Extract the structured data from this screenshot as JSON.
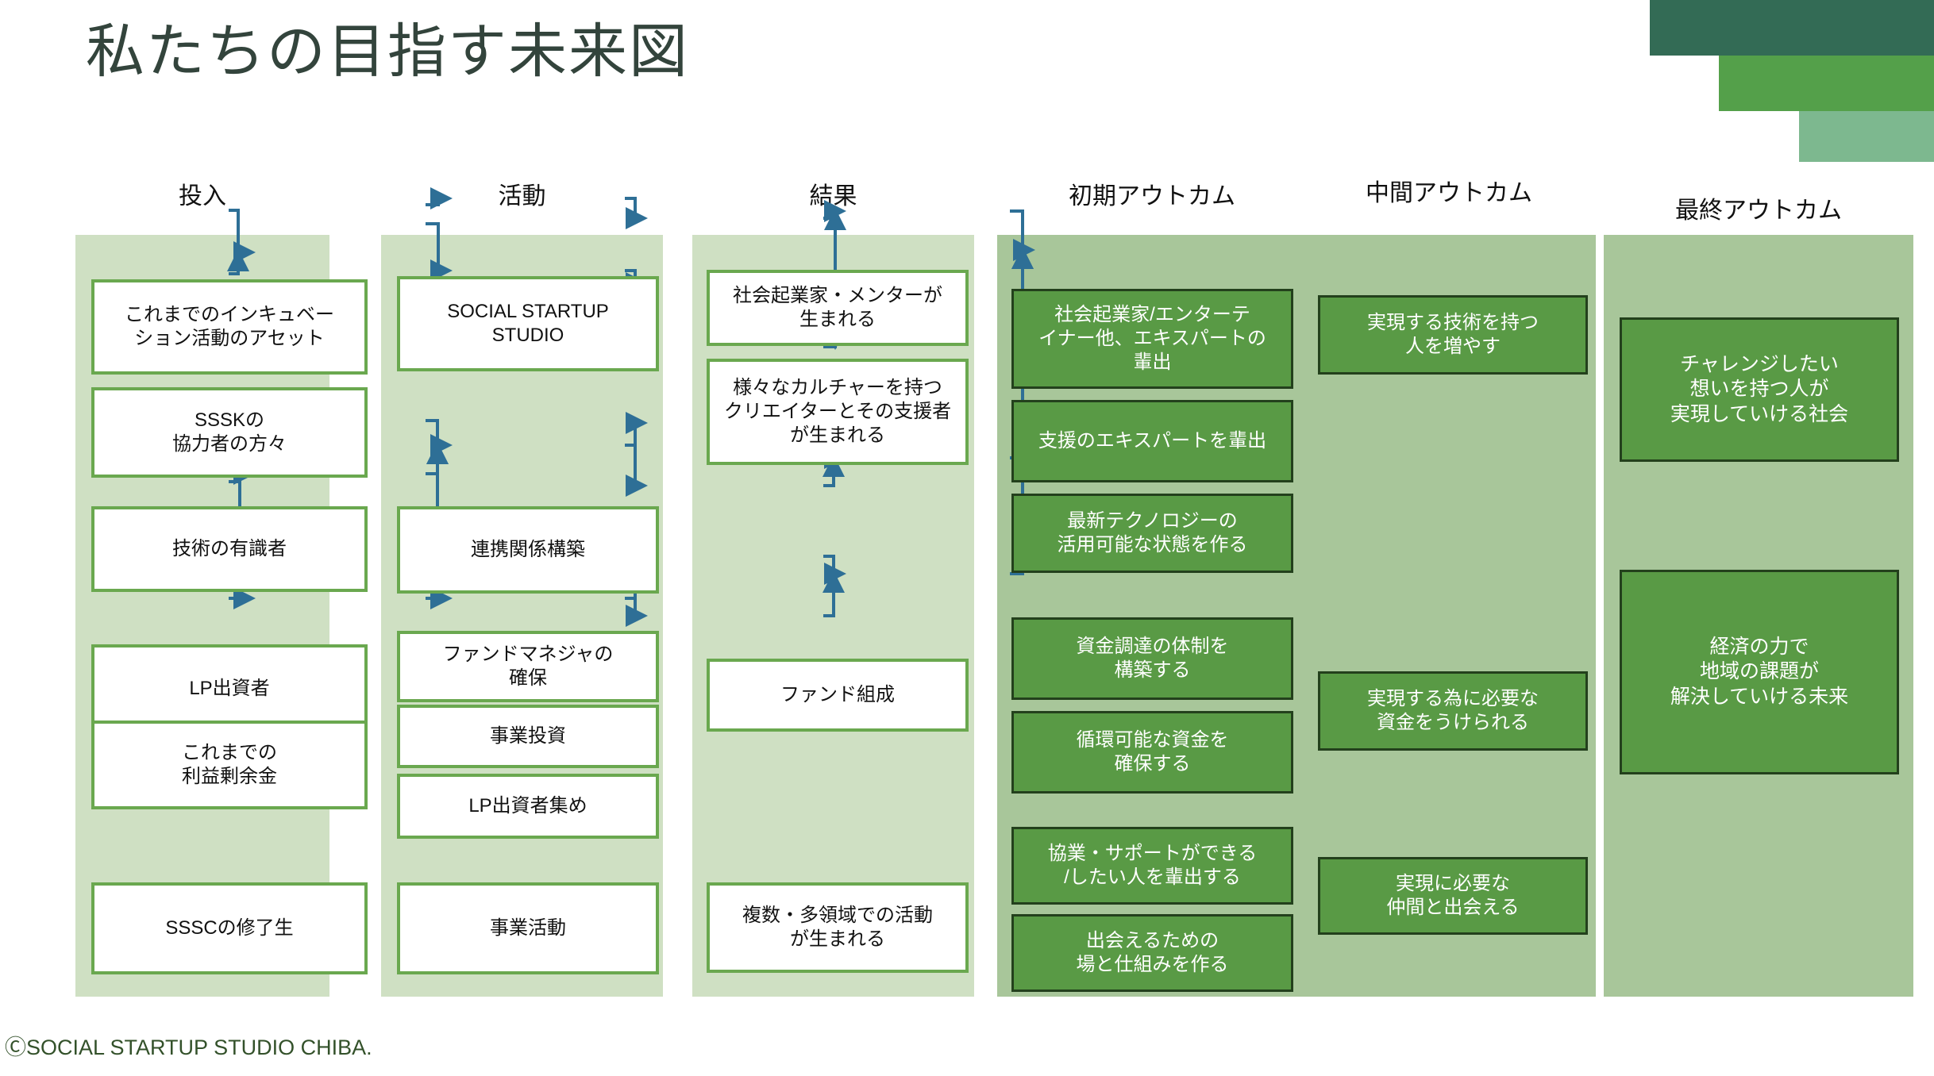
{
  "slide": {
    "title": "私たちの目指す未来図",
    "footer": "ⒸSOCIAL STARTUP STUDIO CHIBA.",
    "colors": {
      "title_text": "#33443c",
      "panel_light": "#cfe0c3",
      "panel_mid": "#a8c69a",
      "box_border_green": "#6aa84f",
      "box_fill_dark_green": "#599a45",
      "arrow": "#2e6f96",
      "deco_dark": "#336b55",
      "deco_mid": "#54a04a",
      "deco_light": "#7db88f"
    }
  },
  "columns": [
    {
      "id": "inputs",
      "header": "投入",
      "style": "light",
      "boxes": [
        {
          "id": "c1b1",
          "text": "これまでのインキュベー\nション活動のアセット"
        },
        {
          "id": "c1b2",
          "text": "SSSKの\n協力者の方々"
        },
        {
          "id": "c1b3",
          "text": "技術の有識者"
        },
        {
          "id": "c1b4",
          "text": "LP出資者"
        },
        {
          "id": "c1b5",
          "text": "これまでの\n利益剰余金"
        },
        {
          "id": "c1b6",
          "text": "SSSCの修了生"
        }
      ]
    },
    {
      "id": "activities",
      "header": "活動",
      "style": "light",
      "boxes": [
        {
          "id": "c2b1",
          "text": "SOCIAL STARTUP\nSTUDIO"
        },
        {
          "id": "c2b2",
          "text": "連携関係構築"
        },
        {
          "id": "c2b3",
          "text": "ファンドマネジャの\n確保"
        },
        {
          "id": "c2b4",
          "text": "事業投資"
        },
        {
          "id": "c2b5",
          "text": "LP出資者集め"
        },
        {
          "id": "c2b6",
          "text": "事業活動"
        }
      ]
    },
    {
      "id": "outputs",
      "header": "結果",
      "style": "light",
      "boxes": [
        {
          "id": "c3b1",
          "text": "社会起業家・メンターが\n生まれる"
        },
        {
          "id": "c3b2",
          "text": "様々なカルチャーを持つ\nクリエイターとその支援者\nが生まれる"
        },
        {
          "id": "c3b3",
          "text": "ファンド組成"
        },
        {
          "id": "c3b4",
          "text": "複数・多領域での活動\nが生まれる"
        }
      ]
    },
    {
      "id": "initial-outcome",
      "header": "初期アウトカム",
      "style": "mid",
      "boxes": [
        {
          "id": "c4b1",
          "text": "社会起業家/エンターテ\nイナー他、エキスパートの\n輩出"
        },
        {
          "id": "c4b2",
          "text": "支援のエキスパートを輩出"
        },
        {
          "id": "c4b3",
          "text": "最新テクノロジーの\n活用可能な状態を作る"
        },
        {
          "id": "c4b4",
          "text": "資金調達の体制を\n構築する"
        },
        {
          "id": "c4b5",
          "text": "循環可能な資金を\n確保する"
        },
        {
          "id": "c4b6",
          "text": "協業・サポートができる\n/したい人を輩出する"
        },
        {
          "id": "c4b7",
          "text": "出会えるための\n場と仕組みを作る"
        }
      ]
    },
    {
      "id": "intermediate-outcome",
      "header": "中間アウトカム",
      "style": "mid",
      "boxes": [
        {
          "id": "c5b1",
          "text": "実現する技術を持つ\n人を増やす"
        },
        {
          "id": "c5b2",
          "text": "実現する為に必要な\n資金をうけられる"
        },
        {
          "id": "c5b3",
          "text": "実現に必要な\n仲間と出会える"
        }
      ]
    },
    {
      "id": "final-outcome",
      "header": "最終アウトカム",
      "style": "mid",
      "boxes": [
        {
          "id": "c6b1",
          "text": "チャレンジしたい\n想いを持つ人が\n実現していける社会"
        },
        {
          "id": "c6b2",
          "text": "経済の力で\n地域の課題が\n解決していける未来"
        }
      ]
    }
  ]
}
